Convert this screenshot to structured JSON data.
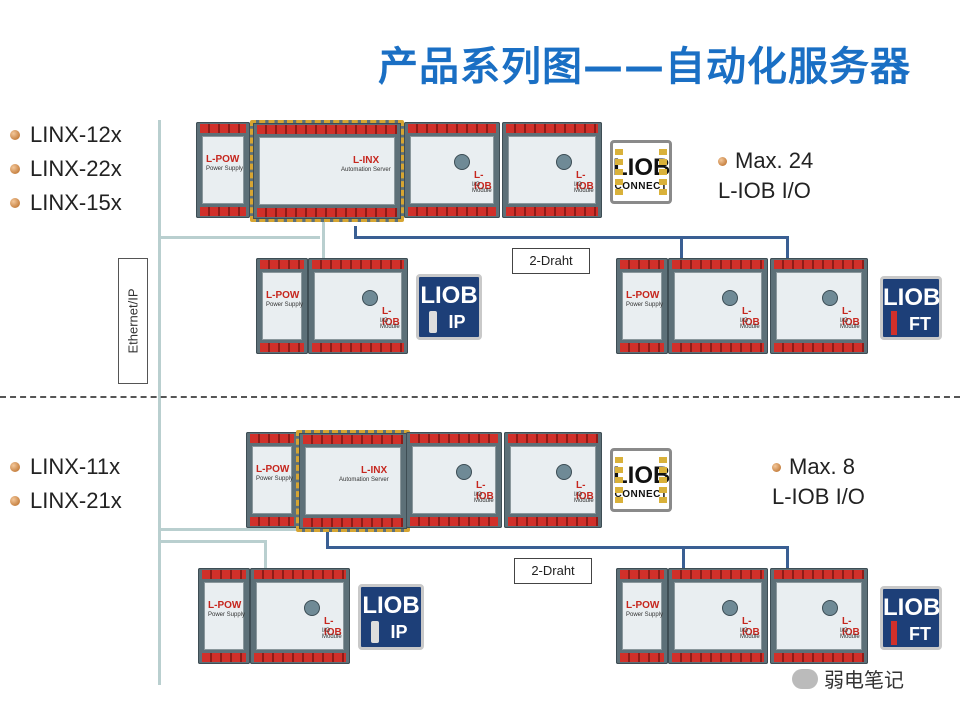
{
  "title": "产品系列图——自动化服务器",
  "sections": {
    "top": {
      "models": [
        "LINX-12x",
        "LINX-22x",
        "LINX-15x"
      ],
      "max_text_line1": "Max. 24",
      "max_text_line2": "L-IOB I/O",
      "wire_label": "2-Draht"
    },
    "bottom": {
      "models": [
        "LINX-11x",
        "LINX-21x"
      ],
      "max_text_line1": "Max. 8",
      "max_text_line2": "L-IOB I/O",
      "wire_label": "2-Draht"
    }
  },
  "network_label": "Ethernet/IP",
  "badges": {
    "connect_big": "LIOB",
    "connect_small": "CONNECT",
    "ip_big": "LIOB",
    "ip_small": "IP",
    "ft_big": "LIOB",
    "ft_small": "FT"
  },
  "modules": {
    "pow_label": "L-POW",
    "pow_sub": "Power Supply",
    "inx_label": "L-INX",
    "inx_sub": "Automation Server",
    "iob_label": "L-IOB",
    "iob_sub": "I/O Module"
  },
  "watermark": "弱电笔记",
  "colors": {
    "title": "#1a6fc4",
    "bus": "#3a5f93",
    "terminal": "#d1302a",
    "highlight": "#d6a532"
  }
}
